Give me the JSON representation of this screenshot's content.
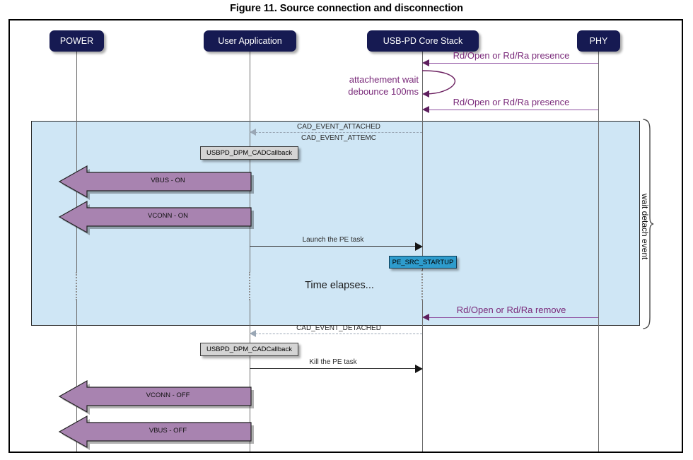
{
  "figure": {
    "title": "Figure 11. Source connection and disconnection"
  },
  "colors": {
    "actor_header": "#161a52",
    "activation_region": "#cfe6f5",
    "purple_message": "#7a2a7a",
    "block_arrow_fill": "#a883b0",
    "state_box": "#2e9ccd",
    "note_box": "#d4d4d4"
  },
  "lifelines": [
    {
      "name": "power",
      "label": "POWER"
    },
    {
      "name": "user-app",
      "label": "User Application"
    },
    {
      "name": "usbpd-core",
      "label": "USB-PD Core Stack"
    },
    {
      "name": "phy",
      "label": "PHY"
    }
  ],
  "messages": [
    {
      "name": "rd-presence-1",
      "label": "Rd/Open or Rd/Ra presence",
      "style": "purple",
      "direction": "left"
    },
    {
      "name": "rd-presence-2",
      "label": "Rd/Open or Rd/Ra presence",
      "style": "purple",
      "direction": "left"
    },
    {
      "name": "cad-attached",
      "label": "CAD_EVENT_ATTACHED",
      "style": "dashed",
      "direction": "left"
    },
    {
      "name": "cad-attemc",
      "label": "CAD_EVENT_ATTEMC",
      "style": "text",
      "direction": "left"
    },
    {
      "name": "launch-pe-task",
      "label": "Launch the PE task",
      "style": "solid",
      "direction": "right"
    },
    {
      "name": "rd-remove",
      "label": "Rd/Open or Rd/Ra remove",
      "style": "purple",
      "direction": "left"
    },
    {
      "name": "cad-detached",
      "label": "CAD_EVENT_DETACHED",
      "style": "dashed",
      "direction": "left"
    },
    {
      "name": "kill-pe-task",
      "label": "Kill the PE task",
      "style": "solid",
      "direction": "right"
    }
  ],
  "self_loop": {
    "name": "attachment-debounce",
    "line1": "attachement wait",
    "line2": "debounce 100ms"
  },
  "time_note": {
    "label": "Time elapses..."
  },
  "notes": [
    {
      "name": "cad-callback-attach",
      "label": "USBPD_DPM_CADCallback"
    },
    {
      "name": "cad-callback-detach",
      "label": "USBPD_DPM_CADCallback"
    }
  ],
  "state_boxes": [
    {
      "name": "pe-src-startup",
      "label": "PE_SRC_STARTUP"
    }
  ],
  "block_arrows": [
    {
      "name": "vbus-on",
      "label": "VBUS - ON"
    },
    {
      "name": "vconn-on",
      "label": "VCONN - ON"
    },
    {
      "name": "vconn-off",
      "label": "VCONN - OFF"
    },
    {
      "name": "vbus-off",
      "label": "VBUS - OFF"
    }
  ],
  "region_annotation": {
    "name": "wait-detach-event",
    "label": "wait detach event"
  }
}
